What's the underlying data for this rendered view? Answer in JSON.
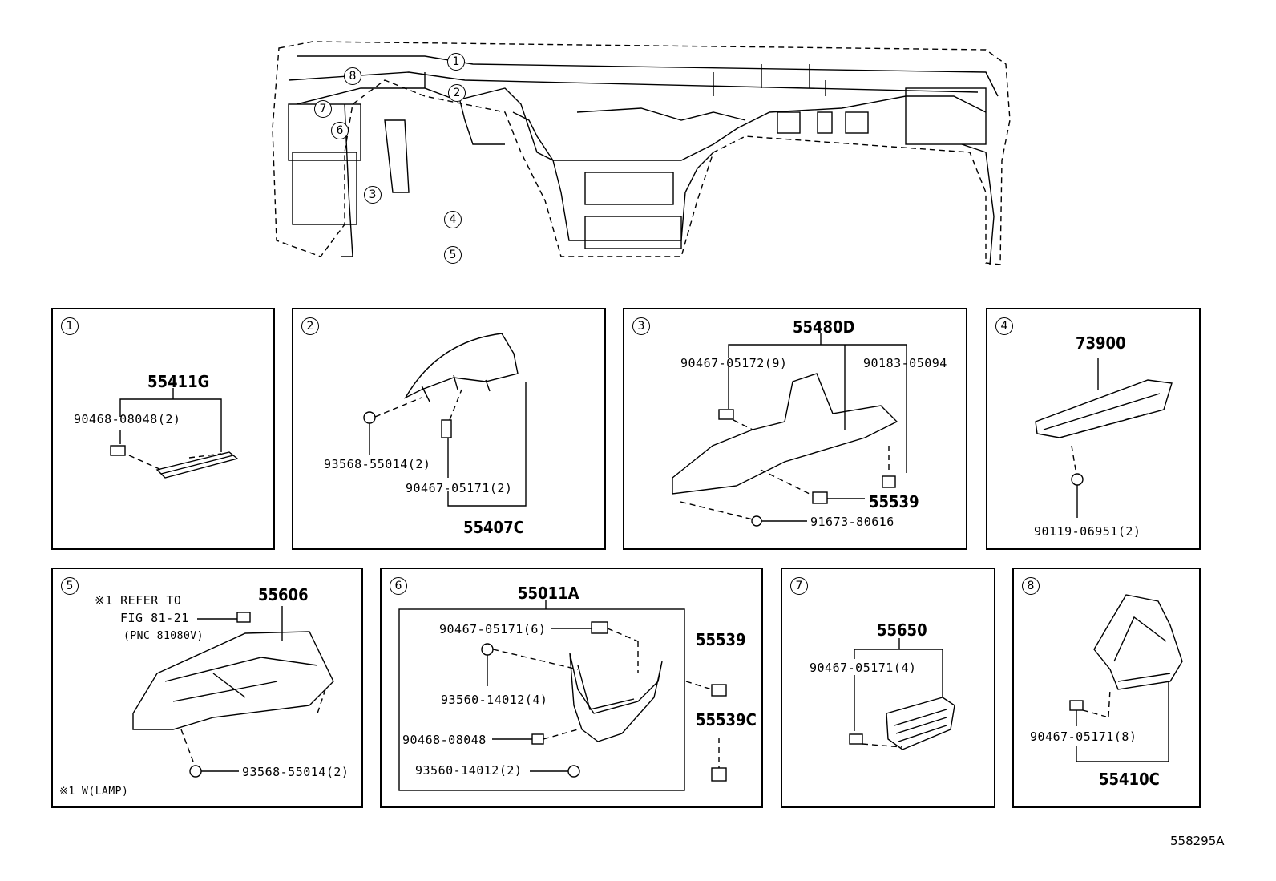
{
  "figure_id": "558295A",
  "overview": {
    "callouts": [
      "1",
      "2",
      "3",
      "4",
      "5",
      "6",
      "7",
      "8"
    ]
  },
  "panels": [
    {
      "num": "1",
      "labels": {
        "main": "55411G",
        "a": "90468-08048(2)"
      }
    },
    {
      "num": "2",
      "labels": {
        "main": "55407C",
        "a": "93568-55014(2)",
        "b": "90467-05171(2)"
      }
    },
    {
      "num": "3",
      "labels": {
        "main": "55480D",
        "a": "90467-05172(9)",
        "b": "90183-05094",
        "c": "55539",
        "d": "91673-80616"
      }
    },
    {
      "num": "4",
      "labels": {
        "main": "73900",
        "a": "90119-06951(2)"
      }
    },
    {
      "num": "5",
      "labels": {
        "main": "55606",
        "ref1": "※1 REFER TO",
        "ref2": "FIG 81-21",
        "ref3": "(PNC 81080V)",
        "a": "93568-55014(2)",
        "note": "※1 W(LAMP)"
      }
    },
    {
      "num": "6",
      "labels": {
        "main": "55011A",
        "a": "90467-05171(6)",
        "b": "93560-14012(4)",
        "c": "90468-08048",
        "d": "93560-14012(2)",
        "e": "55539",
        "f": "55539C"
      }
    },
    {
      "num": "7",
      "labels": {
        "main": "55650",
        "a": "90467-05171(4)"
      }
    },
    {
      "num": "8",
      "labels": {
        "main": "55410C",
        "a": "90467-05171(8)"
      }
    }
  ]
}
